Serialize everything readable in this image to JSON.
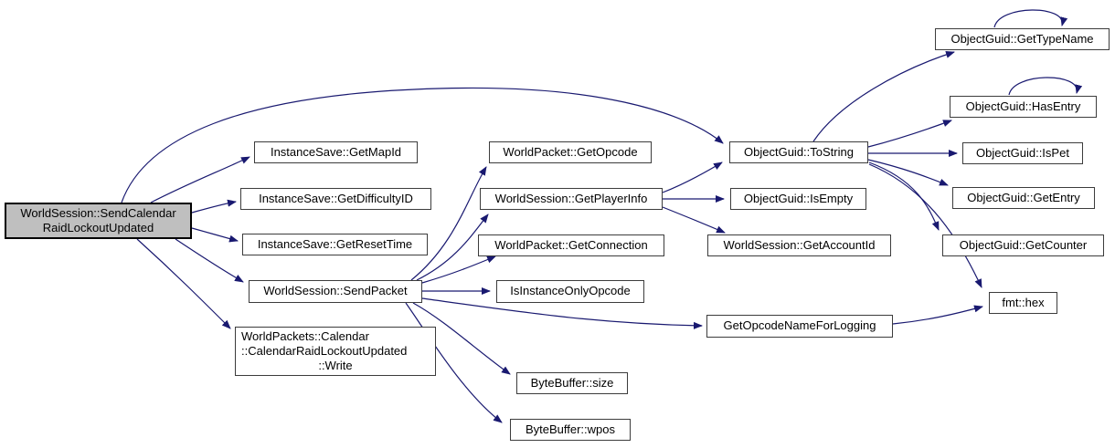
{
  "diagram": {
    "kind": "doxygen-call-graph",
    "root": "WorldSession::SendCalendarRaidLockoutUpdated"
  },
  "colors": {
    "edge": "#191970",
    "node_fill": "#ffffff",
    "node_border": "#3c3c3c",
    "focus_fill": "#bfbfbf",
    "focus_border": "#000000",
    "text": "#000000",
    "background": "#ffffff"
  },
  "nodes": {
    "main": {
      "label": "WorldSession::SendCalendar\nRaidLockoutUpdated"
    },
    "getmapid": {
      "label": "InstanceSave::GetMapId"
    },
    "getdifficultyid": {
      "label": "InstanceSave::GetDifficultyID"
    },
    "getresettime": {
      "label": "InstanceSave::GetResetTime"
    },
    "sendpacket": {
      "label": "WorldSession::SendPacket"
    },
    "write": {
      "lines": [
        "WorldPackets::Calendar",
        "::CalendarRaidLockoutUpdated",
        "::Write"
      ]
    },
    "getopcode": {
      "label": "WorldPacket::GetOpcode"
    },
    "getplayerinfo": {
      "label": "WorldSession::GetPlayerInfo"
    },
    "getconnection": {
      "label": "WorldPacket::GetConnection"
    },
    "isinstanceonlyopcode": {
      "label": "IsInstanceOnlyOpcode"
    },
    "getopcodenameforlogging": {
      "label": "GetOpcodeNameForLogging"
    },
    "bytebuffer_size": {
      "label": "ByteBuffer::size"
    },
    "bytebuffer_wpos": {
      "label": "ByteBuffer::wpos"
    },
    "tostring": {
      "label": "ObjectGuid::ToString"
    },
    "isempty": {
      "label": "ObjectGuid::IsEmpty"
    },
    "getaccountid": {
      "label": "WorldSession::GetAccountId"
    },
    "gettypename": {
      "label": "ObjectGuid::GetTypeName"
    },
    "hasentry": {
      "label": "ObjectGuid::HasEntry"
    },
    "ispet": {
      "label": "ObjectGuid::IsPet"
    },
    "getentry": {
      "label": "ObjectGuid::GetEntry"
    },
    "getcounter": {
      "label": "ObjectGuid::GetCounter"
    },
    "fmt_hex": {
      "label": "fmt::hex"
    }
  },
  "edges": [
    {
      "from": "main",
      "to": "getmapid"
    },
    {
      "from": "main",
      "to": "getdifficultyid"
    },
    {
      "from": "main",
      "to": "getresettime"
    },
    {
      "from": "main",
      "to": "sendpacket"
    },
    {
      "from": "main",
      "to": "write"
    },
    {
      "from": "main",
      "to": "tostring"
    },
    {
      "from": "sendpacket",
      "to": "getopcode"
    },
    {
      "from": "sendpacket",
      "to": "getplayerinfo"
    },
    {
      "from": "sendpacket",
      "to": "getconnection"
    },
    {
      "from": "sendpacket",
      "to": "isinstanceonlyopcode"
    },
    {
      "from": "sendpacket",
      "to": "getopcodenameforlogging"
    },
    {
      "from": "sendpacket",
      "to": "bytebuffer_size"
    },
    {
      "from": "sendpacket",
      "to": "bytebuffer_wpos"
    },
    {
      "from": "getplayerinfo",
      "to": "tostring"
    },
    {
      "from": "getplayerinfo",
      "to": "isempty"
    },
    {
      "from": "getplayerinfo",
      "to": "getaccountid"
    },
    {
      "from": "tostring",
      "to": "gettypename"
    },
    {
      "from": "tostring",
      "to": "hasentry"
    },
    {
      "from": "tostring",
      "to": "ispet"
    },
    {
      "from": "tostring",
      "to": "getentry"
    },
    {
      "from": "tostring",
      "to": "getcounter"
    },
    {
      "from": "tostring",
      "to": "fmt_hex"
    },
    {
      "from": "getopcodenameforlogging",
      "to": "fmt_hex"
    },
    {
      "from": "gettypename",
      "to": "gettypename"
    },
    {
      "from": "hasentry",
      "to": "hasentry"
    }
  ]
}
